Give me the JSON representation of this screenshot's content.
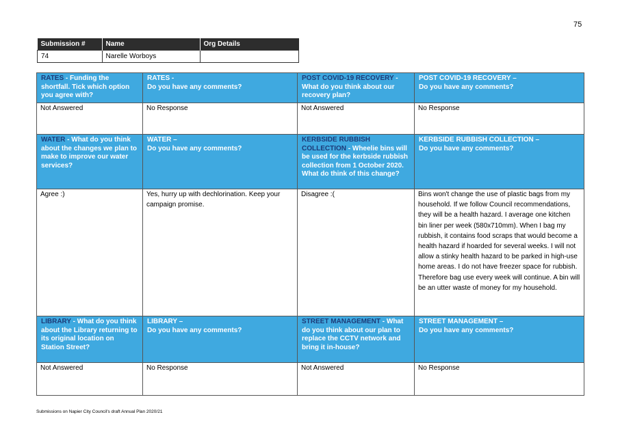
{
  "page_number": "75",
  "submission": {
    "headers": [
      "Submission #",
      "Name",
      "Org Details"
    ],
    "values": [
      "74",
      "Narelle Worboys",
      ""
    ]
  },
  "rows": [
    {
      "headers": [
        {
          "dark": "RATES",
          "rest": " - Funding the shortfall. Tick which option you agree with?"
        },
        {
          "dark": "",
          "rest": "RATES -\nDo you have any comments?"
        },
        {
          "dark": "POST COVID-19 RECOVERY",
          "rest": " - What do you think about our recovery plan?"
        },
        {
          "dark": "",
          "rest": "POST COVID-19 RECOVERY –\nDo you have any comments?"
        }
      ],
      "answers": [
        "Not Answered",
        "No Response",
        "Not Answered",
        "No Response"
      ]
    },
    {
      "headers": [
        {
          "dark": "WATER",
          "rest": " - What do you think about the changes we plan to make to improve our water services?"
        },
        {
          "dark": "",
          "rest": "WATER –\nDo you have any comments?"
        },
        {
          "dark": "KERBSIDE RUBBISH COLLECTION",
          "rest": " - Wheelie bins will be used for the kerbside rubbish collection from 1 October 2020. What do think of this change?"
        },
        {
          "dark": "",
          "rest": "KERBSIDE RUBBISH COLLECTION –\nDo you have any comments?"
        }
      ],
      "answers": [
        "Agree :)",
        "Yes, hurry up with dechlorination. Keep your campaign promise.",
        "Disagree :(",
        "Bins won't change the use of plastic bags from my household. If we follow Council recommendations, they will be a health hazard. I average one kitchen bin liner per week (580x710mm). When I bag my rubbish, it contains food scraps that would become a health hazard if hoarded for several weeks. I will not allow a stinky health hazard to be parked in high-use home areas. I do not have freezer space for rubbish. Therefore bag use every week will continue. A bin will be an utter waste of money for my household."
      ]
    },
    {
      "headers": [
        {
          "dark": "LIBRARY",
          "rest": " - What do you think about the Library returning to its original location on Station Street?"
        },
        {
          "dark": "",
          "rest": "LIBRARY –\nDo you have any comments?"
        },
        {
          "dark": "STREET MANAGEMENT",
          "rest": " - What do you think about our plan to replace the CCTV network and bring it in-house?"
        },
        {
          "dark": "",
          "rest": "STREET MANAGEMENT –\nDo you have any comments?"
        }
      ],
      "answers": [
        "Not Answered",
        "No Response",
        "Not Answered",
        "No Response"
      ]
    }
  ],
  "footer": "Submissions on Napier City Council's draft Annual Plan 2020/21",
  "colors": {
    "header_bg": "#3fa9e0",
    "header_dark_text": "#1d3b78",
    "submission_header_bg": "#2d2d2d"
  }
}
